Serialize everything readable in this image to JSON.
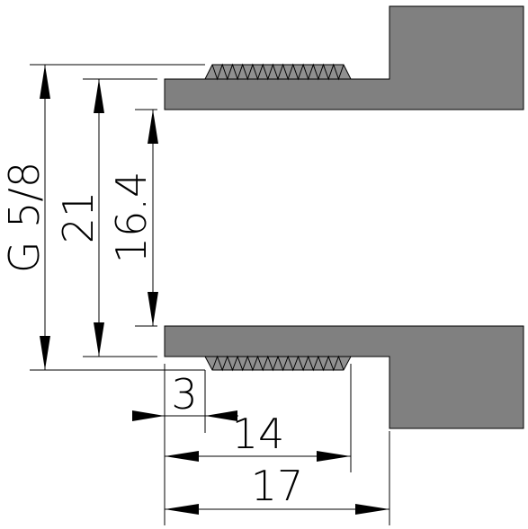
{
  "colors": {
    "body_fill": "#808080",
    "thread_fill": "#909090",
    "line": "#000000",
    "background": "#ffffff"
  },
  "dimensions": {
    "thread_size": "G 5/8",
    "outer_diameter": "21",
    "inner_diameter": "16.4",
    "start_offset": "3",
    "thread_length": "14",
    "total_length": "17"
  }
}
